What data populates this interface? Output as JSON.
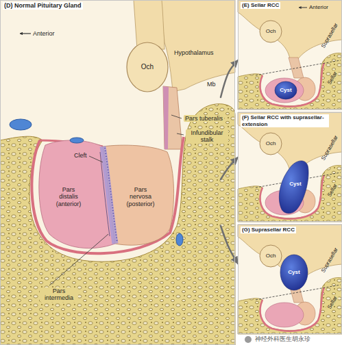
{
  "diagram": {
    "nodes": [
      {
        "text": [
          "(D) Normal Pituitary Gland"
        ]
      },
      {
        "text": [
          "(E) Sellar RCC"
        ]
      },
      {
        "text": [
          "(F) Sellar RCC with suprasellar-extension"
        ]
      },
      {
        "text": [
          "(G) Suprasellar RCC"
        ]
      }
    ],
    "edges": [
      {
        "from": 0,
        "to": 1,
        "arrow": "to"
      },
      {
        "from": 0,
        "to": 2,
        "arrow": "to"
      },
      {
        "from": 0,
        "to": 3,
        "arrow": "to"
      }
    ],
    "labels": [
      "Anterior",
      "Och",
      "Hypothalamus",
      "Mb",
      "Pars tuberalis",
      "Infundibular stalk",
      "Cleft",
      "Pars distalis (anterior)",
      "Pars nervosa (posterior)",
      "Pars intermedia",
      "Anterior",
      "Och",
      "Cyst",
      "Suprasellar",
      "Sellar",
      "Och",
      "Cyst",
      "Suprasellar",
      "Sellar",
      "Och",
      "Cyst",
      "Suprasellar",
      "Sellar",
      "神经外科医生胡永珍"
    ]
  }
}
